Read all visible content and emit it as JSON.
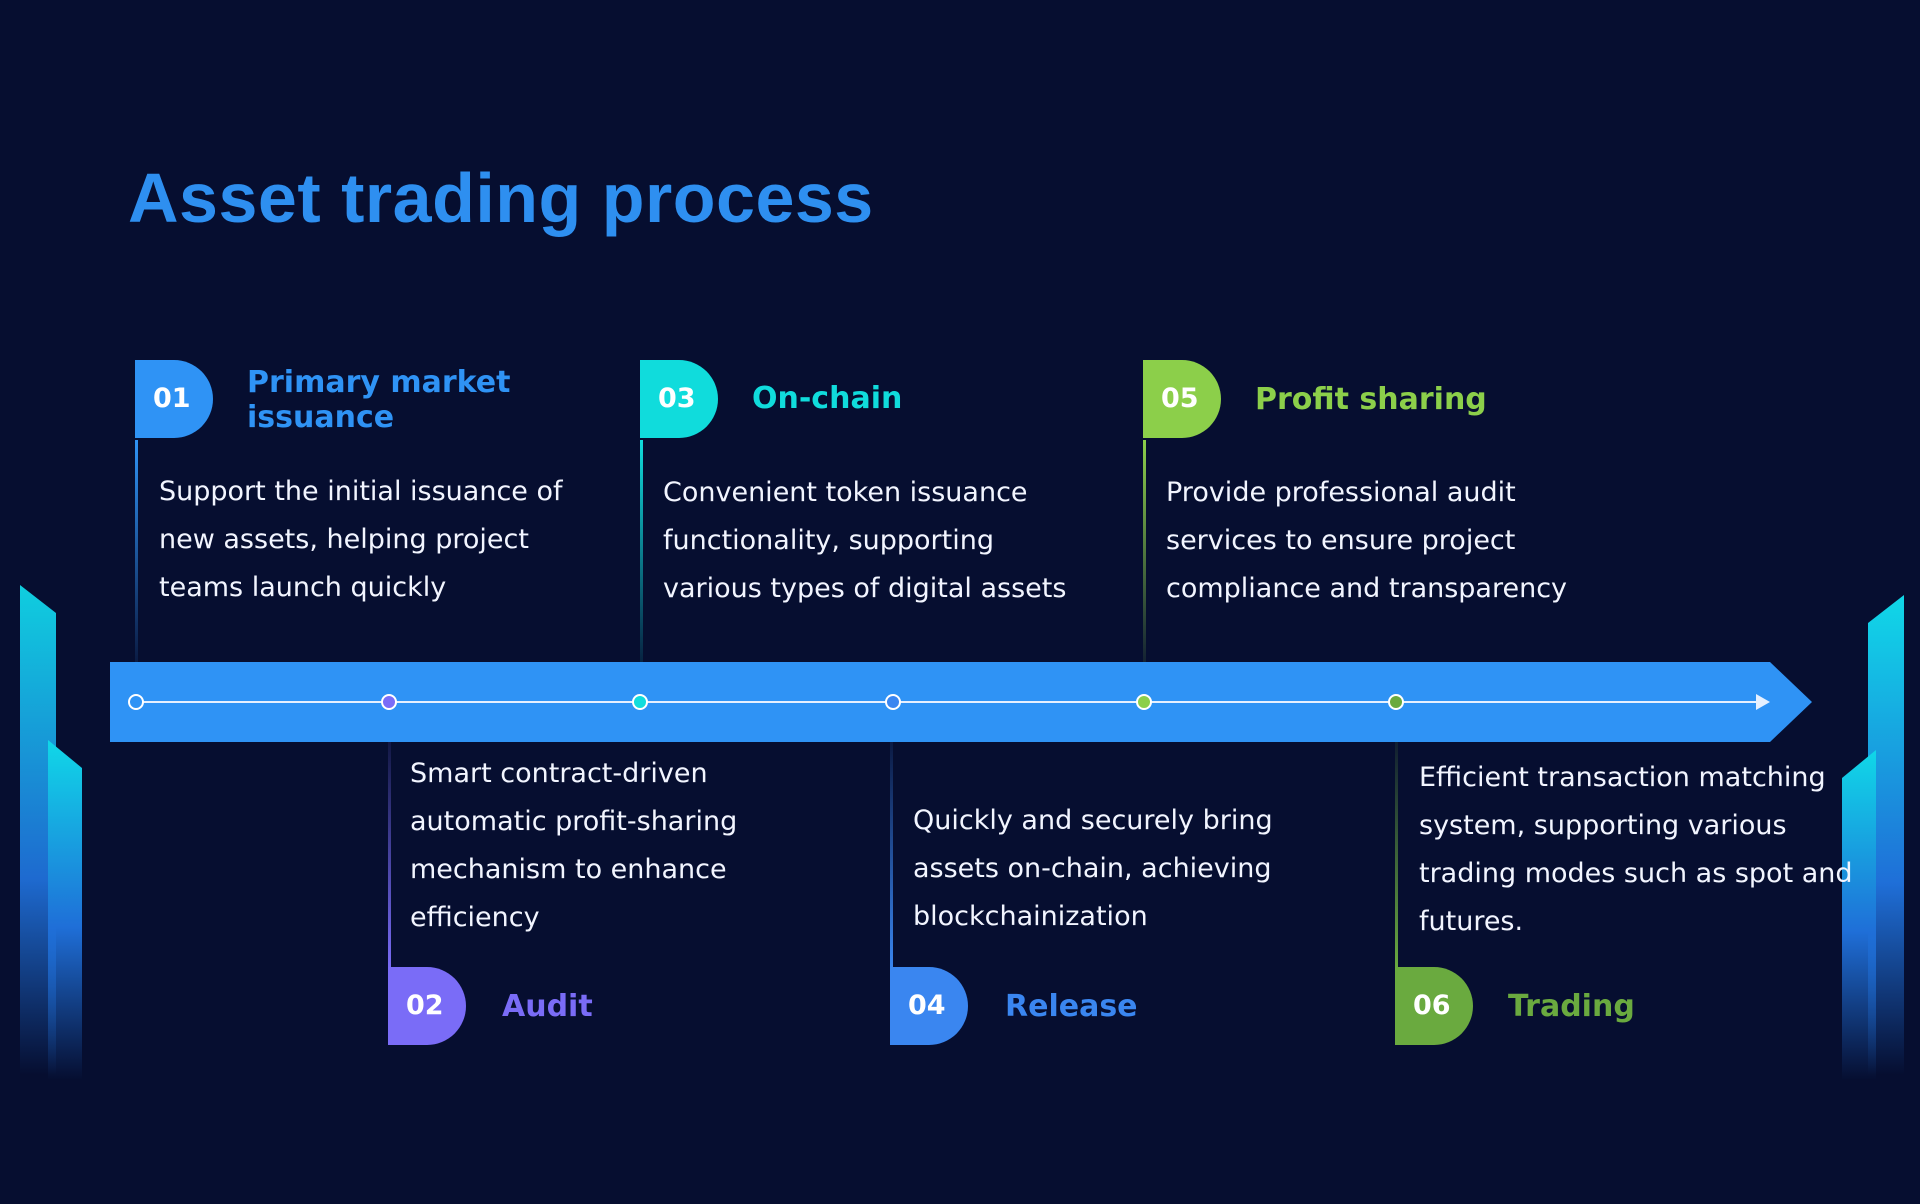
{
  "title": "Asset trading process",
  "colors": {
    "background": "#060e30",
    "title": "#2e8ff0",
    "arrow": "#2f93f5",
    "step01": "#2f93f5",
    "step02": "#7a6cf7",
    "step03": "#10dcdc",
    "step04": "#3a86f0",
    "step05": "#8ccf4a",
    "step06": "#6aaa3f"
  },
  "steps": [
    {
      "number": "01",
      "title_line1": "Primary market",
      "title_line2": "issuance",
      "desc_lines": [
        "Support the initial issuance of",
        "new assets, helping project",
        "teams launch quickly"
      ]
    },
    {
      "number": "02",
      "title": "Audit",
      "desc_lines": [
        "Smart contract-driven",
        "automatic profit-sharing",
        "mechanism to enhance",
        "efficiency"
      ]
    },
    {
      "number": "03",
      "title": "On-chain",
      "desc_lines": [
        "Convenient token issuance",
        "functionality, supporting",
        "various types of digital assets"
      ]
    },
    {
      "number": "04",
      "title": "Release",
      "desc_lines": [
        "Quickly and securely bring",
        "assets on-chain, achieving",
        "blockchainization"
      ]
    },
    {
      "number": "05",
      "title": "Profit sharing",
      "desc_lines": [
        "Provide professional audit",
        "services to ensure project",
        "compliance and transparency"
      ]
    },
    {
      "number": "06",
      "title": "Trading",
      "desc_lines": [
        "Efficient transaction matching",
        "system, supporting various",
        "trading modes such as spot and",
        "futures."
      ]
    }
  ]
}
